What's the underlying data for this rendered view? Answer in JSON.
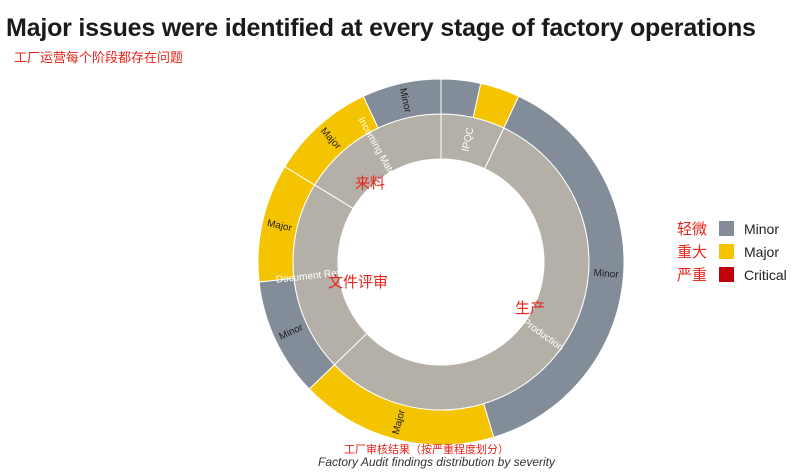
{
  "title": "Major issues were identified at every stage of factory operations",
  "subtitle_cn": "工厂运营每个阶段都存在问题",
  "legend": [
    {
      "cn": "轻微",
      "label": "Minor",
      "color": "#838c99"
    },
    {
      "cn": "重大",
      "label": "Major",
      "color": "#f5c400"
    },
    {
      "cn": "严重",
      "label": "Critical",
      "color": "#c0000b"
    }
  ],
  "zone_labels_cn": {
    "incoming": "来料",
    "document": "文件评审",
    "production": "生产"
  },
  "caption_cn": "工厂审核结果（按严重程度划分）",
  "caption_en": "Factory Audit findings distribution by severity",
  "colors": {
    "inner_ring": "#b5b0a7",
    "minor": "#838c99",
    "major": "#f5c400",
    "critical": "#c0000b"
  },
  "chart_data": {
    "type": "sunburst",
    "inner": [
      {
        "name": "IPQC",
        "value": 6
      },
      {
        "name": "Production",
        "value": 48
      },
      {
        "name": "Document Review",
        "value": 18
      },
      {
        "name": "Incoming Material",
        "value": 14
      }
    ],
    "outer": [
      {
        "parent": "IPQC",
        "severity": "Minor",
        "value": 3
      },
      {
        "parent": "IPQC",
        "severity": "Major",
        "value": 3
      },
      {
        "parent": "Production",
        "severity": "Minor",
        "value": 33
      },
      {
        "parent": "Production",
        "severity": "Major",
        "value": 15
      },
      {
        "parent": "Document Review",
        "severity": "Minor",
        "value": 9
      },
      {
        "parent": "Document Review",
        "severity": "Major",
        "value": 9
      },
      {
        "parent": "Incoming Material",
        "severity": "Major",
        "value": 8
      },
      {
        "parent": "Incoming Material",
        "severity": "Minor",
        "value": 6
      }
    ],
    "outer_labels": {
      "Production|Minor": "Minor",
      "Production|Major": "Major",
      "Document Review|Minor": "Minor",
      "Document Review|Major": "Major",
      "Incoming Material|Major": "Major",
      "Incoming Material|Minor": "Minor"
    },
    "inner_labels": {
      "IPQC": "IPQC",
      "Production": "Production",
      "Document Review": "Document Review",
      "Incoming Material": "Incoming Material"
    }
  }
}
